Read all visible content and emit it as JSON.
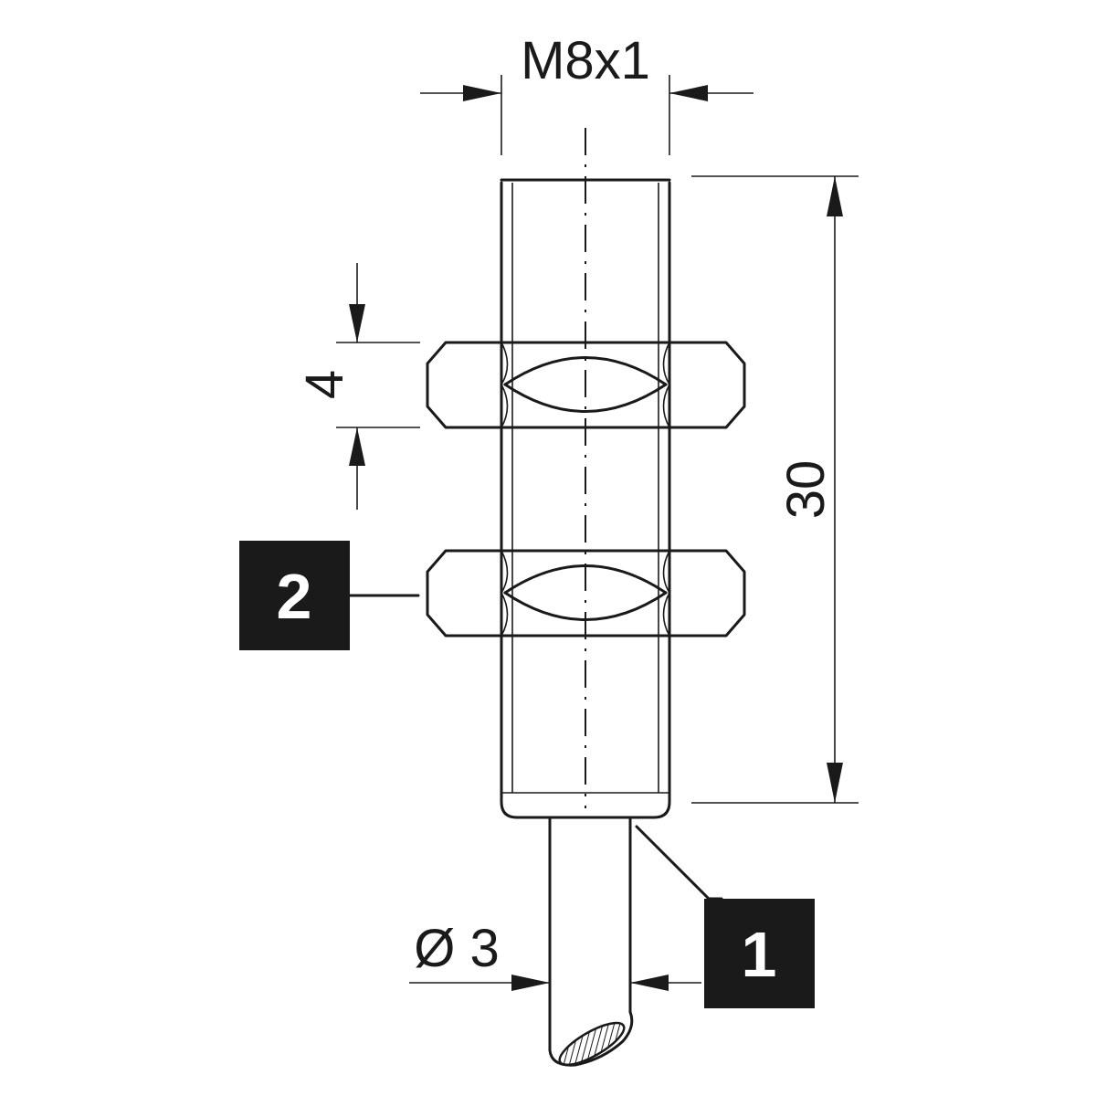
{
  "dimensions": {
    "thread": "M8x1",
    "length": "30",
    "nut_height": "4",
    "cable_diameter": "Ø 3"
  },
  "callouts": {
    "cable": "1",
    "nut": "2"
  }
}
